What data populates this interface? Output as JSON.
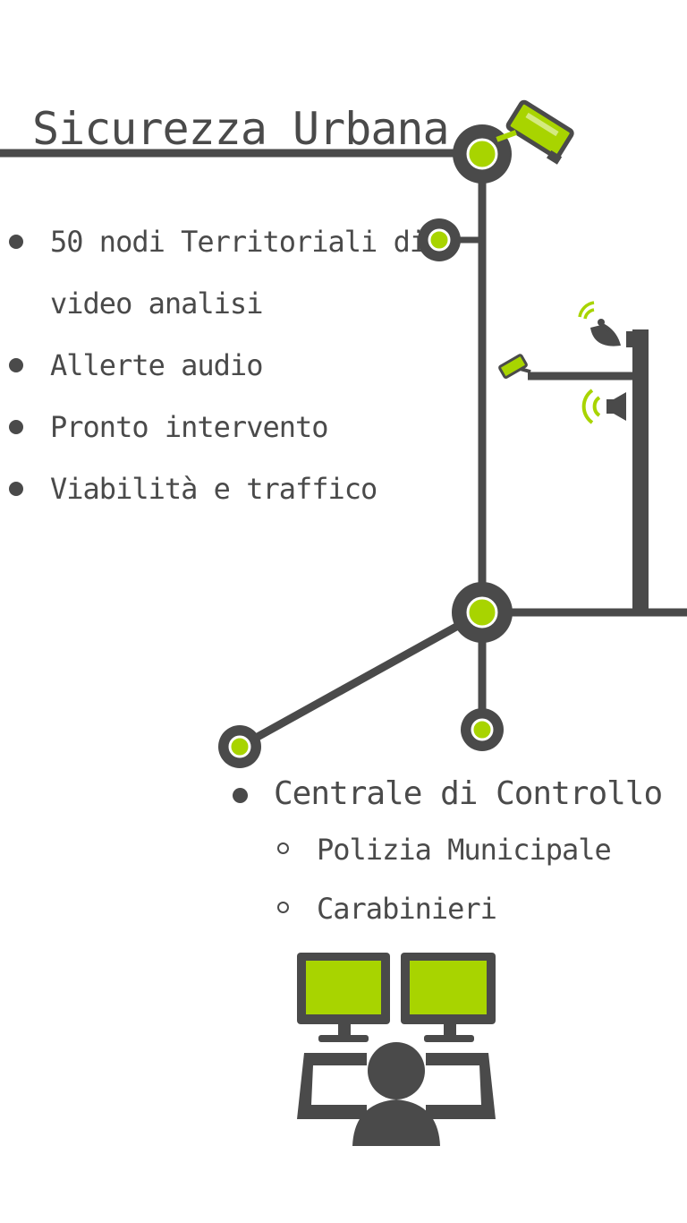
{
  "title": "Sicurezza Urbana",
  "left_list": [
    {
      "lines": [
        "50 nodi Territoriali di",
        "video analisi"
      ]
    },
    {
      "lines": [
        "Allerte audio"
      ]
    },
    {
      "lines": [
        "Pronto intervento"
      ]
    },
    {
      "lines": [
        "Viabilità e traffico"
      ]
    }
  ],
  "control_center": {
    "label": "Centrale di Controllo",
    "sub_items": [
      "Polizia Municipale",
      "Carabinieri"
    ]
  },
  "icons": {
    "camera": "security-camera-icon",
    "satellite": "satellite-dish-icon",
    "speaker": "speaker-icon",
    "small_camera": "small-camera-icon",
    "operator": "control-room-operator-icon"
  },
  "colors": {
    "line": "#4a4a4a",
    "accent": "#a8d400",
    "text": "#4a4a4a"
  }
}
